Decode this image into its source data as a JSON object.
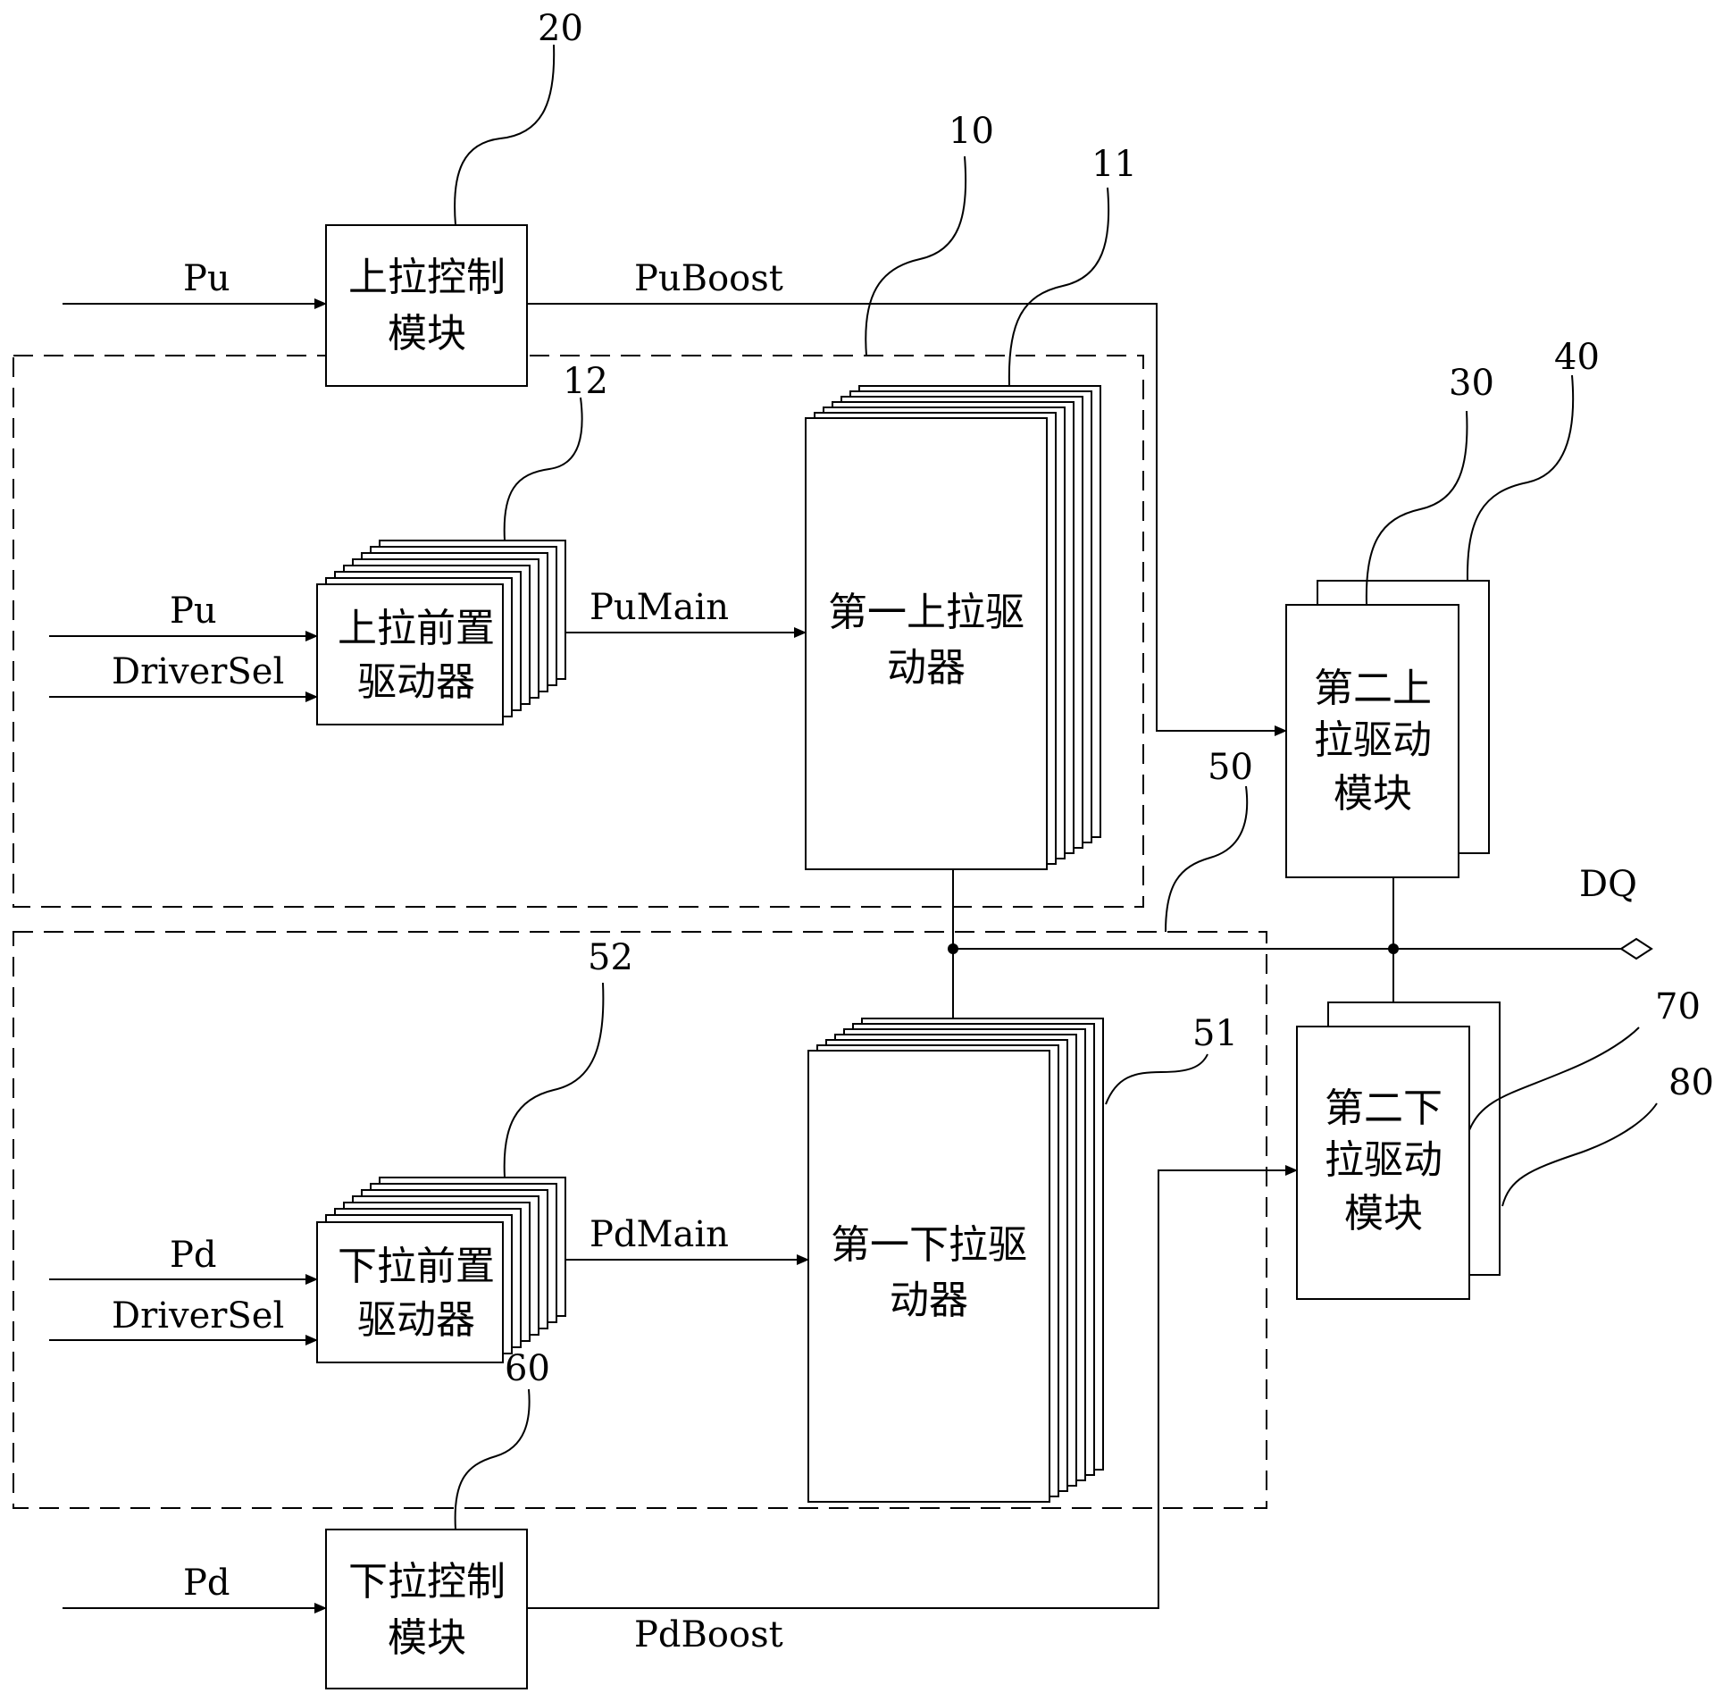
{
  "reference_numbers": {
    "n10": "10",
    "n11": "11",
    "n12": "12",
    "n20": "20",
    "n30": "30",
    "n40": "40",
    "n50": "50",
    "n51": "51",
    "n52": "52",
    "n60": "60",
    "n70": "70",
    "n80": "80"
  },
  "blocks": {
    "pull_up_control": {
      "line1": "上拉控制",
      "line2": "模块"
    },
    "pull_up_pre_driver": {
      "line1": "上拉前置",
      "line2": "驱动器"
    },
    "first_pull_up_driver": {
      "line1": "第一上拉驱",
      "line2": "动器"
    },
    "second_pull_up_module": {
      "line1": "第二上",
      "line2": "拉驱动",
      "line3": "模块"
    },
    "pull_down_pre_driver": {
      "line1": "下拉前置",
      "line2": "驱动器"
    },
    "first_pull_down_driver": {
      "line1": "第一下拉驱",
      "line2": "动器"
    },
    "second_pull_down_module": {
      "line1": "第二下",
      "line2": "拉驱动",
      "line3": "模块"
    },
    "pull_down_control": {
      "line1": "下拉控制",
      "line2": "模块"
    }
  },
  "signals": {
    "pu_top": "Pu",
    "pu_boost": "PuBoost",
    "pu_pre": "Pu",
    "driver_sel_up": "DriverSel",
    "pu_main": "PuMain",
    "dq": "DQ",
    "pd_pre": "Pd",
    "driver_sel_down": "DriverSel",
    "pd_main": "PdMain",
    "pd_bottom": "Pd",
    "pd_boost": "PdBoost"
  }
}
